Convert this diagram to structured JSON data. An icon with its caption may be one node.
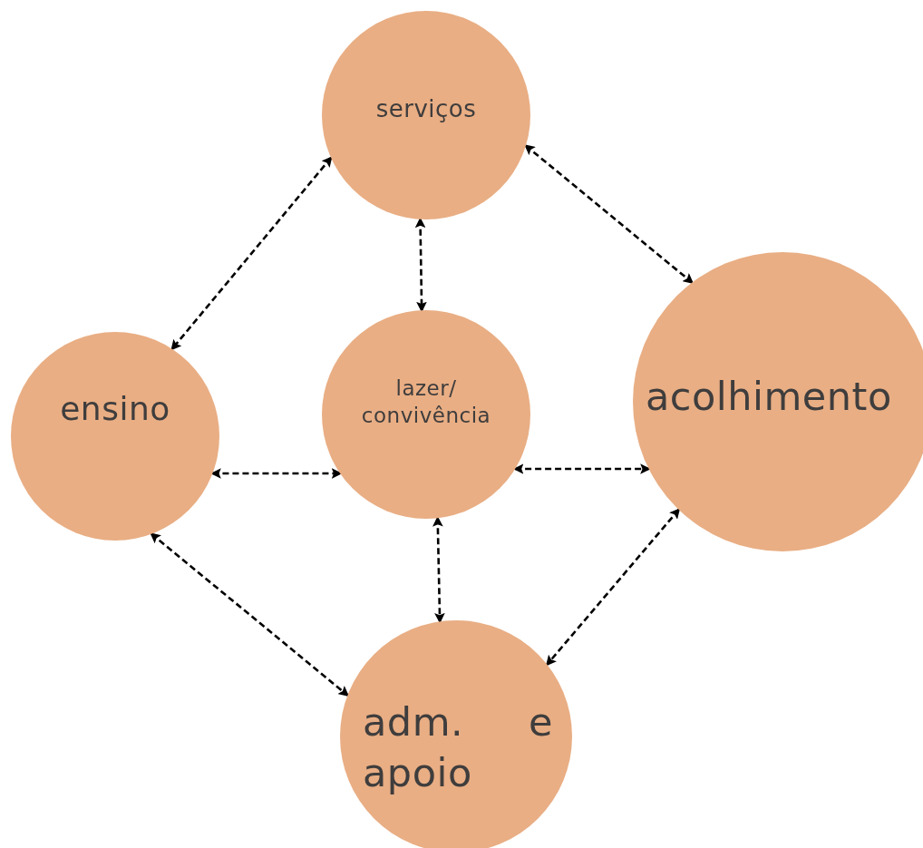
{
  "diagram": {
    "nodes": [
      {
        "text": [
          "serviços"
        ]
      },
      {
        "text": [
          "ensino"
        ]
      },
      {
        "text": [
          "lazer/ convivência"
        ]
      },
      {
        "text": [
          "acolhimento"
        ]
      },
      {
        "text": [
          "adm. e apoio"
        ]
      }
    ],
    "edges": [
      {
        "from": 0,
        "to": 1,
        "arrow": "both",
        "style": "dashed"
      },
      {
        "from": 0,
        "to": 2,
        "arrow": "both",
        "style": "dashed"
      },
      {
        "from": 0,
        "to": 3,
        "arrow": "both",
        "style": "dashed"
      },
      {
        "from": 1,
        "to": 2,
        "arrow": "both",
        "style": "dashed"
      },
      {
        "from": 2,
        "to": 3,
        "arrow": "both",
        "style": "dashed"
      },
      {
        "from": 1,
        "to": 4,
        "arrow": "both",
        "style": "dashed"
      },
      {
        "from": 2,
        "to": 4,
        "arrow": "both",
        "style": "dashed"
      },
      {
        "from": 3,
        "to": 4,
        "arrow": "both",
        "style": "dashed"
      }
    ]
  }
}
